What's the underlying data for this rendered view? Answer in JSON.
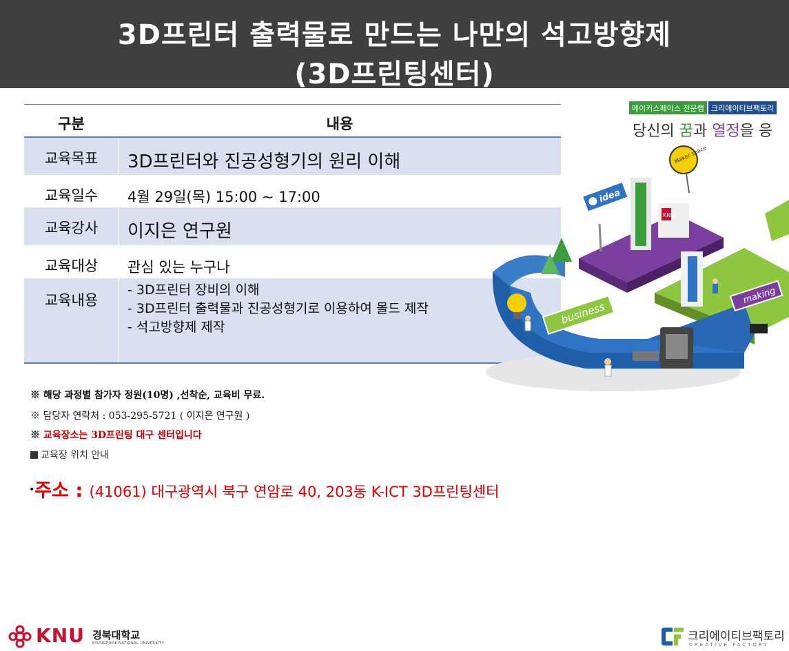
{
  "header": {
    "title_line1": "3D프린터 출력물로 만드는 나만의 석고방향제",
    "title_line2": "(3D프린팅센터)"
  },
  "table": {
    "headers": [
      "구분",
      "내용"
    ],
    "rows": [
      {
        "label": "교육목표",
        "value": "3D프린터와 진공성형기의 원리 이해"
      },
      {
        "label": "교육일수",
        "value": "4월 29일(목) 15:00  ~ 17:00"
      },
      {
        "label": "교육강사",
        "value": "이지은 연구원"
      },
      {
        "label": "교육대상",
        "value": "관심 있는 누구나"
      },
      {
        "label": "교육내용",
        "items": [
          "- 3D프린터 장비의 이해",
          "- 3D프린터 출력물과 진공성형기로 이용하여 몰드 제작",
          "- 석고방향제 제작"
        ]
      }
    ]
  },
  "notes": {
    "n1": "※ 해당 과정별 참가자 정원(10명) ,선착순, 교육비 무료.",
    "n2": "※ 담당자 연락처 : 053-295-5721 ( 이지은 연구원 )",
    "n3_mark": "※ ",
    "n3": "교육장소는 3D프린팅 대구 센터입니다",
    "n4": "교육장 위치 안내"
  },
  "address": {
    "key": "주소 : ",
    "value": "(41061)  대구광역시 북구 연암로 40, 203동 K-ICT 3D프린팅센터"
  },
  "illustration": {
    "maker_tag": "메이커스페이스 전문랩",
    "cf_tag": "크리에이티브팩토리",
    "slogan_a": "당신의 ",
    "slogan_b": "꿈",
    "slogan_c": "과 ",
    "slogan_d": "열정",
    "slogan_e": "을 응",
    "labels": {
      "idea": "idea",
      "maker_space": "Maker space",
      "making": "making",
      "business": "business",
      "knu_sign": "KNU"
    },
    "colors": {
      "purple": "#7b3fa0",
      "green": "#8dc63f",
      "blue": "#1f5ea8"
    }
  },
  "footer": {
    "knu_word": "KNU",
    "knu_kor": "경북대학교",
    "knu_eng": "KYUNGPOOK NATIONAL UNIVERSITY",
    "cf_kor": "크리에이티브팩토리",
    "cf_eng": "CREATIVE FACTORY"
  }
}
